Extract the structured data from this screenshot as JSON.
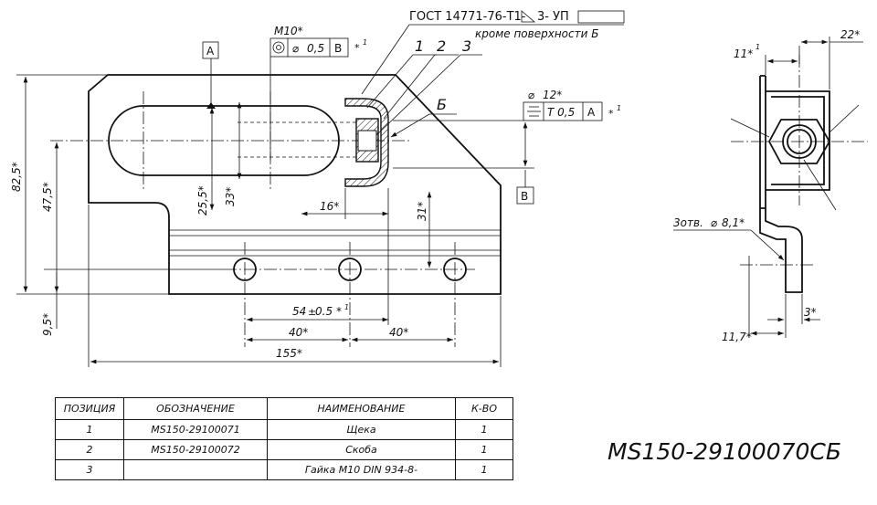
{
  "notes": {
    "gost": "ГОСТ 14771-76-Т1-",
    "gost_tail": "3- УП",
    "except_surface": "кроме поверхности Б",
    "thread": "М10*",
    "position_tol": "0,5",
    "position_datum": "В",
    "sym_tol": "Т 0,5",
    "sym_datum": "А",
    "sym_dim": "12*",
    "star_note": "* 1",
    "holes_note": "3отв.",
    "holes_dia": "8,1*"
  },
  "callouts": [
    "1",
    "2",
    "3"
  ],
  "datums": {
    "a": "А",
    "b": "Б",
    "v": "В"
  },
  "dims": {
    "d82_5": "82,5*",
    "d47_5": "47,5*",
    "d9_5": "9,5*",
    "d25_5": "25,5*",
    "d33": "33*",
    "d16": "16*",
    "d31": "31*",
    "d54": "54",
    "d54_tol": "0.5",
    "d40a": "40*",
    "d40b": "40*",
    "d155": "155*",
    "d11": "11*",
    "d22": "22*",
    "d3": "3*",
    "d11_7": "11,7*"
  },
  "bom": {
    "headers": [
      "ПОЗИЦИЯ",
      "ОБОЗНАЧЕНИЕ",
      "НАИМЕНОВАНИЕ",
      "К-ВО"
    ],
    "rows": [
      [
        "1",
        "MS150-29100071",
        "Щека",
        "1"
      ],
      [
        "2",
        "MS150-29100072",
        "Скоба",
        "1"
      ],
      [
        "3",
        "",
        "Гайка М10 DIN 934-8-",
        "1"
      ]
    ]
  },
  "drawing_code": "MS150-29100070СБ"
}
